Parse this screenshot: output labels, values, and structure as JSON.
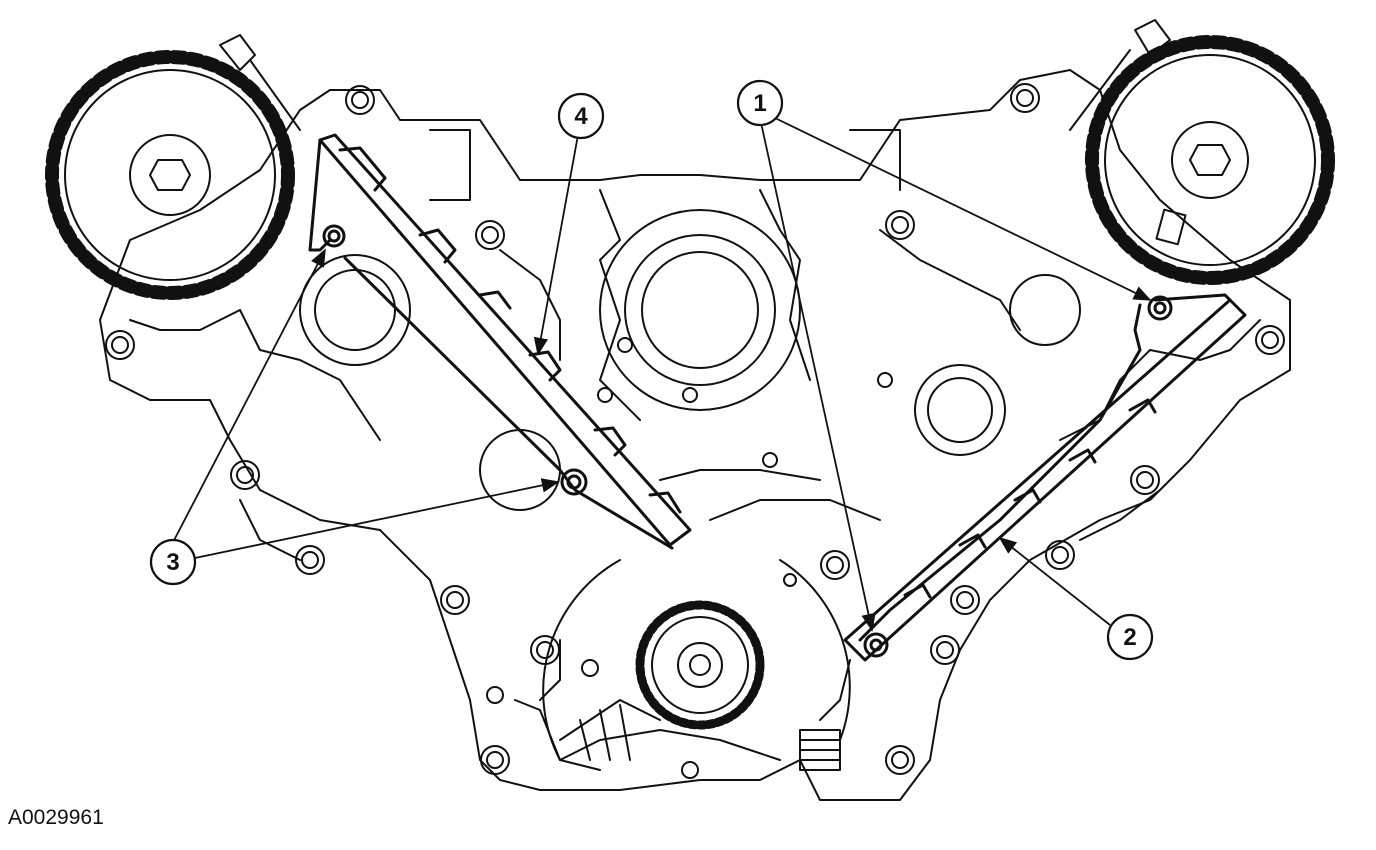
{
  "figure_id": "A0029961",
  "callouts": [
    {
      "label": "1",
      "points_to": [
        "right-tensioner-arm-upper-bolt",
        "right-tensioner-arm-lower-bolt"
      ]
    },
    {
      "label": "2",
      "points_to": [
        "right-chain-guide"
      ]
    },
    {
      "label": "3",
      "points_to": [
        "left-tensioner-arm-upper-bolt",
        "left-tensioner-arm-lower-bolt"
      ]
    },
    {
      "label": "4",
      "points_to": [
        "left-chain-guide"
      ]
    }
  ],
  "colors": {
    "line": "#111111",
    "background": "#ffffff"
  }
}
